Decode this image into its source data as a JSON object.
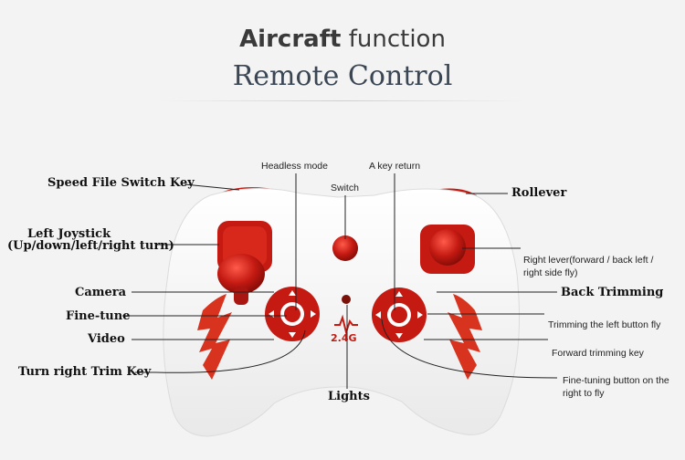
{
  "header": {
    "title_bold": "Aircraft",
    "title_rest": " function",
    "subtitle": "Remote Control"
  },
  "labels": {
    "speed_file_switch": "Speed File Switch Key",
    "left_joystick_line1": "Left Joystick",
    "left_joystick_line2": "(Up/down/left/right turn)",
    "camera": "Camera",
    "fine_tune": "Fine-tune",
    "video": "Video",
    "turn_right_trim": "Turn right Trim Key",
    "headless_mode": "Headless mode",
    "switch": "Switch",
    "a_key_return": "A key return",
    "rollever": "Rollever",
    "right_lever_line1": "Right lever(forward / back left /",
    "right_lever_line2": "right side fly)",
    "back_trimming": "Back Trimming",
    "trimming_left": "Trimming the left button fly",
    "forward_trimming": "Forward trimming key",
    "fine_tuning_right_line1": "Fine-tuning button on the",
    "fine_tuning_right_line2": "right to fly",
    "lights": "Lights",
    "badge_24g": "2.4G"
  },
  "colors": {
    "accent_red": "#c41a12",
    "body_white": "#ffffff",
    "title_dark": "#3b4654"
  }
}
